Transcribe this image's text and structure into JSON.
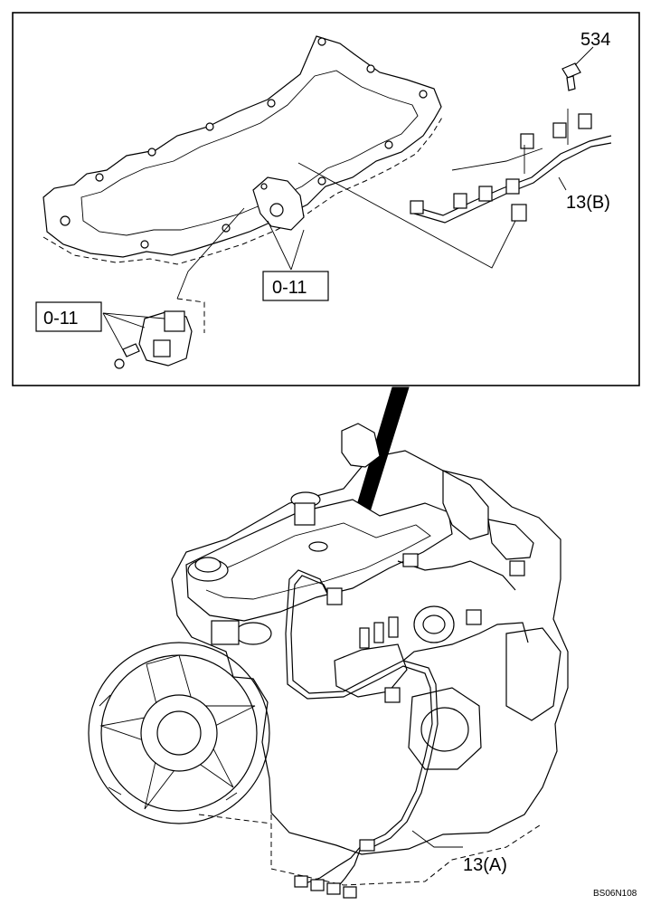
{
  "callouts": {
    "bolt": "534",
    "harness_b": "13(B)",
    "gasket_ref_right": "0-11",
    "gasket_ref_left": "0-11",
    "harness_a": "13(A)"
  },
  "drawing_code": "BS06N108"
}
